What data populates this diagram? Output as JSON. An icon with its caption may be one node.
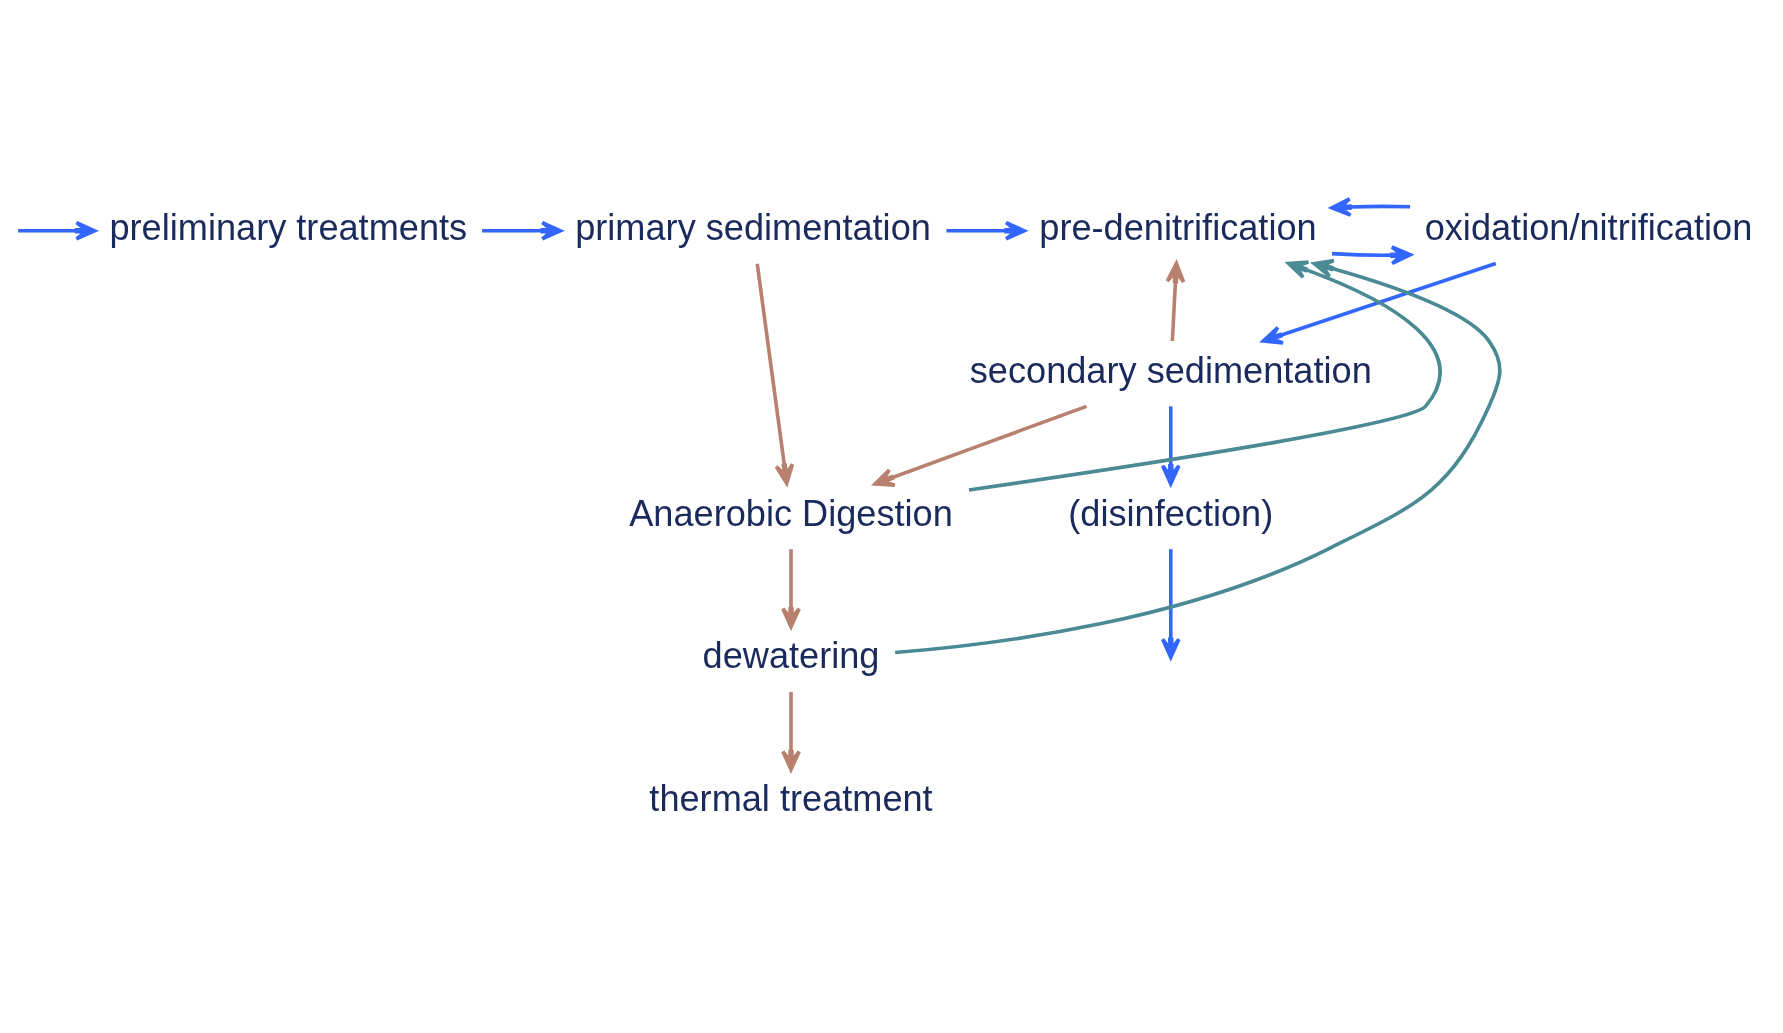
{
  "diagram": {
    "nodes": [
      {
        "text": [
          "preliminary treatments"
        ]
      },
      {
        "text": [
          "primary sedimentation"
        ]
      },
      {
        "text": [
          "pre-denitrification"
        ]
      },
      {
        "text": [
          "oxidation/nitrification"
        ]
      },
      {
        "text": [
          "secondary sedimentation"
        ]
      },
      {
        "text": [
          "(disinfection)"
        ]
      },
      {
        "text": [
          "Anaerobic Digestion"
        ]
      },
      {
        "text": [
          "dewatering"
        ]
      },
      {
        "text": [
          "thermal treatment"
        ]
      }
    ],
    "edges": [
      {
        "from": null,
        "to": 0,
        "arrow": "to"
      },
      {
        "from": 0,
        "to": 1,
        "arrow": "to"
      },
      {
        "from": 1,
        "to": 2,
        "arrow": "to"
      },
      {
        "from": 2,
        "to": 3,
        "arrow": "to"
      },
      {
        "from": 3,
        "to": 2,
        "arrow": "to"
      },
      {
        "from": 3,
        "to": 4,
        "arrow": "to"
      },
      {
        "from": 4,
        "to": 5,
        "arrow": "to"
      },
      {
        "from": 5,
        "to": null,
        "arrow": "to"
      },
      {
        "from": 1,
        "to": 6,
        "arrow": "to",
        "color": "#b8806e"
      },
      {
        "from": 4,
        "to": 2,
        "arrow": "to",
        "color": "#b8806e"
      },
      {
        "from": 4,
        "to": 6,
        "arrow": "to",
        "color": "#b8806e"
      },
      {
        "from": 6,
        "to": 7,
        "arrow": "to",
        "color": "#b8806e"
      },
      {
        "from": 7,
        "to": 8,
        "arrow": "to",
        "color": "#b8806e"
      },
      {
        "from": 6,
        "to": 2,
        "arrow": "to",
        "color": "#4a8a94"
      },
      {
        "from": 7,
        "to": 2,
        "arrow": "to",
        "color": "#4a8a94"
      }
    ]
  }
}
